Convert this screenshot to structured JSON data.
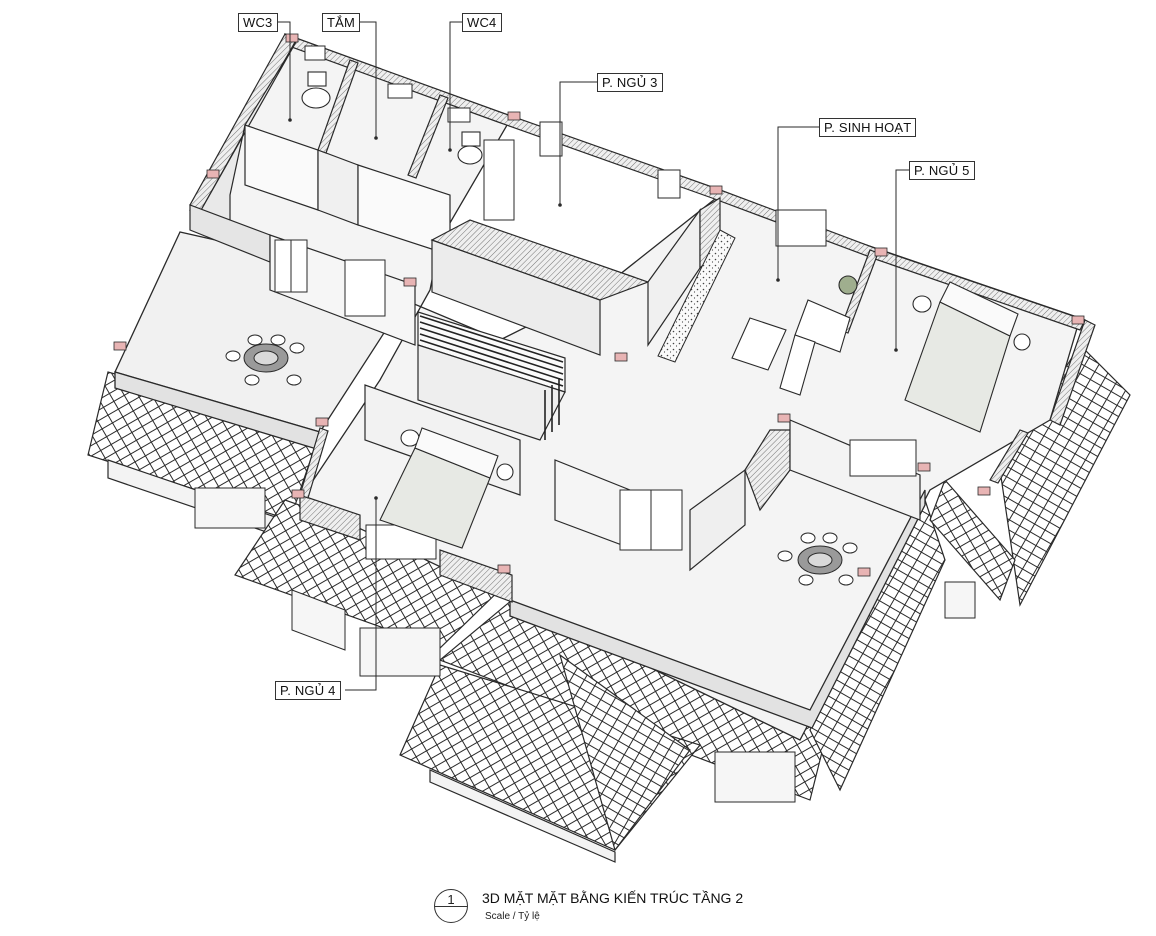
{
  "labels": {
    "wc3": "WC3",
    "tam": "TẮM",
    "wc4": "WC4",
    "ngu3": "P. NGỦ 3",
    "sinh_hoat": "P. SINH HOẠT",
    "ngu5": "P. NGỦ 5",
    "ngu4": "P. NGỦ 4"
  },
  "title": {
    "number": "1",
    "main": "3D MẶT MẶT BẰNG KIẾN TRÚC TẦNG 2",
    "scale": "Scale / Tỷ lệ"
  },
  "colors": {
    "line": "#2a2a2a",
    "floor": "#f1f1f1",
    "wall_top": "#d9d9d9",
    "column_cap": "#e8b4b4",
    "roof": "#ffffff"
  }
}
